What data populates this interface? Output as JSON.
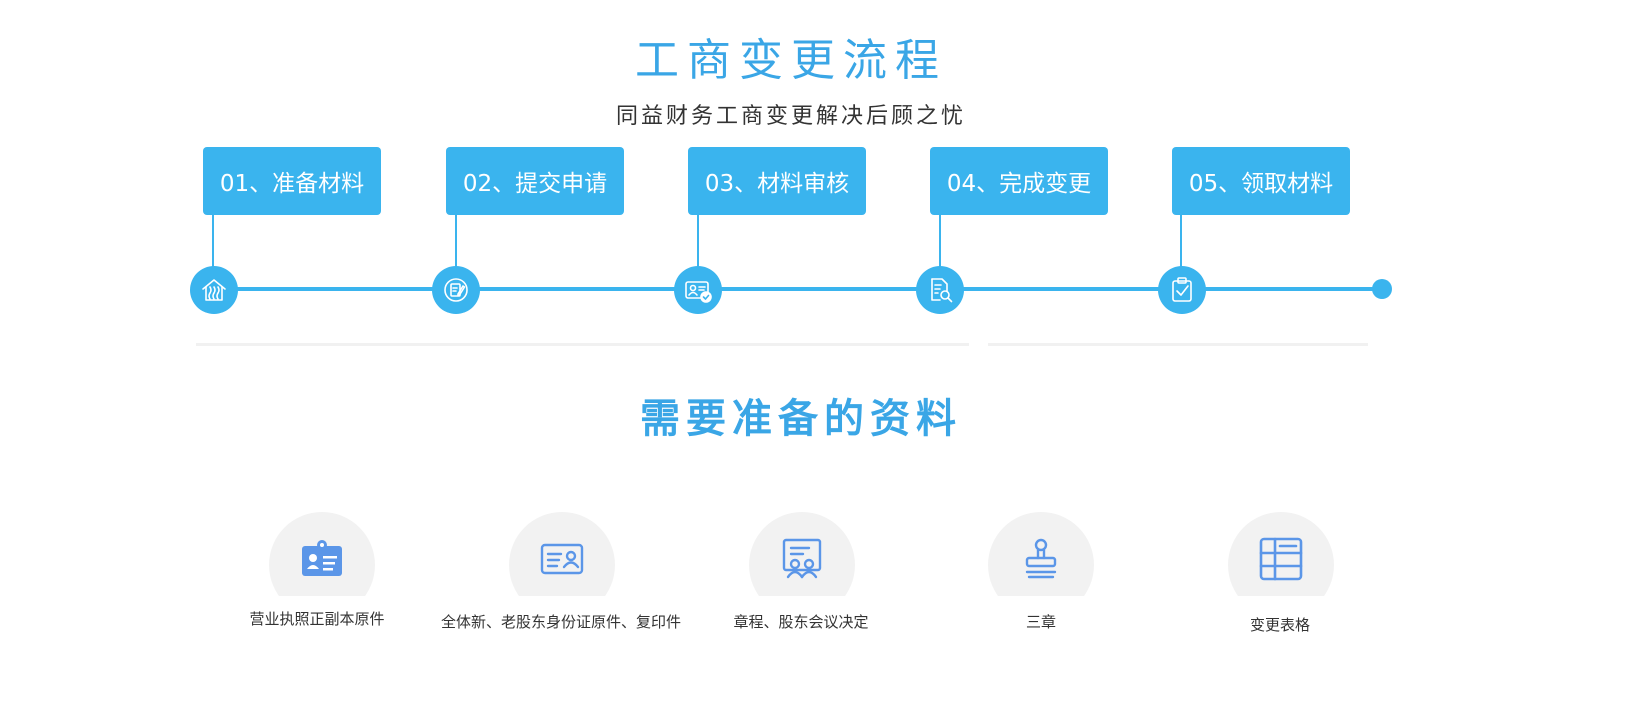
{
  "header": {
    "title": "工商变更流程",
    "subtitle": "同益财务工商变更解决后顾之忧"
  },
  "steps": [
    {
      "label": "01、准备材料",
      "icon": "house-icon"
    },
    {
      "label": "02、提交申请",
      "icon": "edit-document-icon"
    },
    {
      "label": "03、材料审核",
      "icon": "id-card-check-icon"
    },
    {
      "label": "04、完成变更",
      "icon": "document-search-icon"
    },
    {
      "label": "05、领取材料",
      "icon": "clipboard-check-icon"
    }
  ],
  "materials_section": {
    "title": "需要准备的资料",
    "items": [
      {
        "label": "营业执照正副本原件",
        "icon": "business-license-icon"
      },
      {
        "label": "全体新、老股东身份证原件、复印件",
        "icon": "id-card-icon"
      },
      {
        "label": "章程、股东会议决定",
        "icon": "meeting-document-icon"
      },
      {
        "label": "三章",
        "icon": "stamp-icon"
      },
      {
        "label": "变更表格",
        "icon": "table-form-icon"
      }
    ]
  },
  "colors": {
    "accent": "#3ab4ee",
    "title": "#3aa6e6",
    "icon_fill": "#5b96e8"
  }
}
